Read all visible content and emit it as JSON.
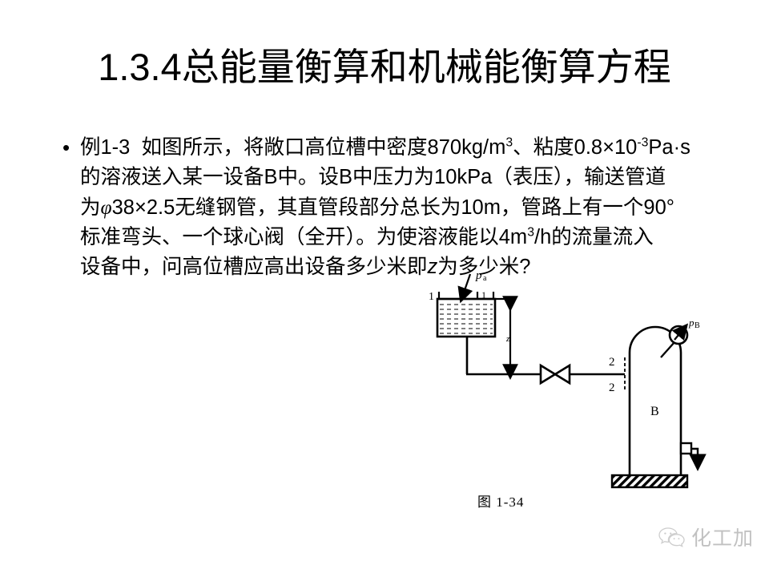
{
  "slide": {
    "title": "1.3.4总能量衡算和机械能衡算方程"
  },
  "body": {
    "bullet_marker": "•",
    "lines": [
      "例1-3 如图所示，将敞口高位槽中密度870kg/m3、粘度0.8×10-3Pa·s",
      "的溶液送入某一设备B中。设B中压力为10kPa（表压），输送管道",
      "为φ38×2.5无缝钢管，其直管段部分总长为10m，管路上有一个90°",
      "标准弯头、一个球心阀（全开）。为使溶液能以4m3/h的流量流入",
      "设备中，问高位槽应高出设备多少米即z为多少米?"
    ],
    "values": {
      "example_no": "例1-3",
      "density": "870kg/m3",
      "viscosity": "0.8×10-3Pa·s",
      "vessel_pressure": "10kPa",
      "pressure_type": "表压",
      "pipe_spec": "φ38×2.5",
      "pipe_material": "无缝钢管",
      "straight_length": "10m",
      "elbow_angle": "90°",
      "elbow_count": "一个",
      "valve_type": "球心阀（全开）",
      "flow_rate": "4m3/h",
      "unknown_symbol": "z"
    }
  },
  "diagram": {
    "caption": "图 1-34",
    "labels": {
      "ambient_pressure": "p",
      "ambient_pressure_sub": "a",
      "section_1_left": "1",
      "section_1_right": "1",
      "height_symbol": "z",
      "section_2_upper": "2",
      "section_2_lower": "2",
      "vessel_name": "B",
      "gauge_pressure": "p",
      "gauge_pressure_sub": "B",
      "gauge_glyph": "pressure-gauge-icon"
    },
    "colors": {
      "line": "#000000",
      "fill": "#ffffff"
    }
  },
  "watermark": {
    "icon": "wechat-icon",
    "text": "化工加"
  }
}
